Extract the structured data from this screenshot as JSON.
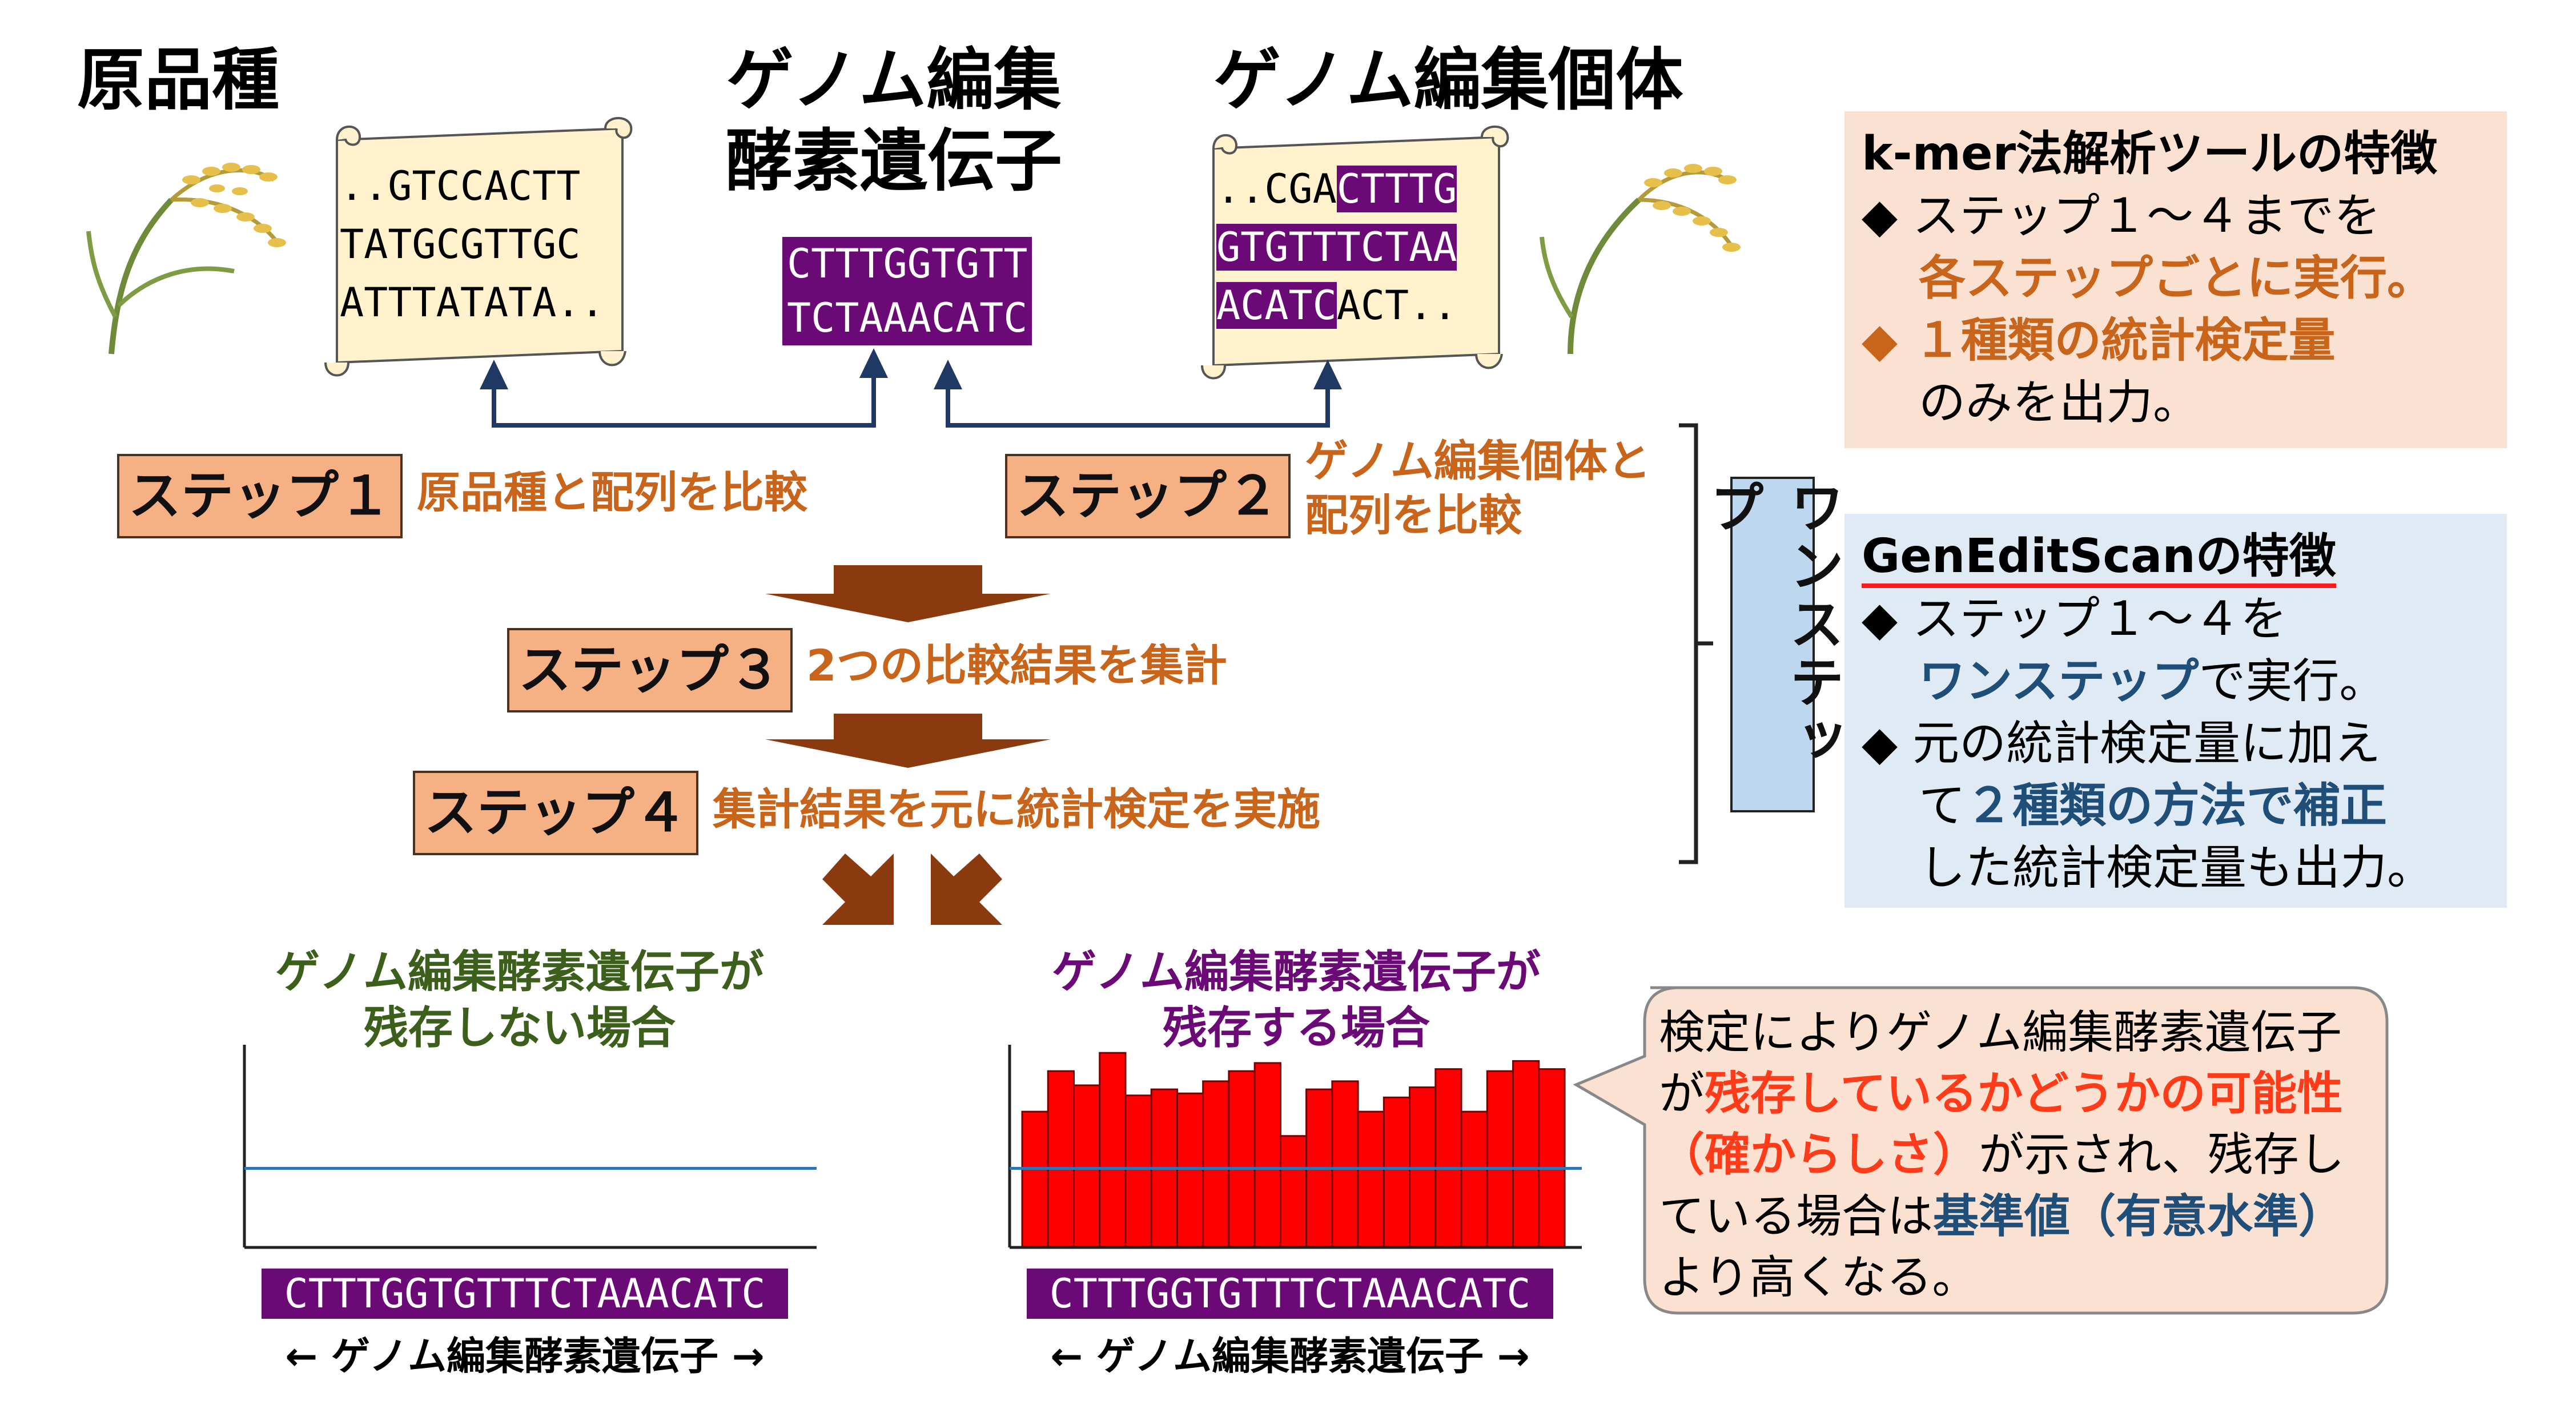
{
  "headings": {
    "original": "原品種",
    "enzyme_gene_line1": "ゲノム編集",
    "enzyme_gene_line2": "酵素遺伝子",
    "edited": "ゲノム編集個体"
  },
  "sequences": {
    "original_lines": [
      "..GTCCACTT",
      "TATGCGTTGC",
      "ATTTATATA.."
    ],
    "enzyme_lines": [
      "CTTTGGTGTT",
      "TCTAAACATC"
    ],
    "edited_line1_plain": "..CGA",
    "edited_line1_hl": "CTTTG",
    "edited_line2_hl": "GTGTTTCTAA",
    "edited_line3_hl": "ACATC",
    "edited_line3_plain": "ACT.."
  },
  "steps": [
    {
      "label": "ステップ１",
      "desc": "原品種と配列を比較"
    },
    {
      "label": "ステップ２",
      "desc_line1": "ゲノム編集個体と",
      "desc_line2": "配列を比較"
    },
    {
      "label": "ステップ３",
      "desc": "2つの比較結果を集計"
    },
    {
      "label": "ステップ４",
      "desc": "集計結果を元に統計検定を実施"
    }
  ],
  "one_step_label": "ワンステップ",
  "kmer_panel": {
    "title": "k-mer法解析ツールの特徴",
    "b1_plain": "◆ ステップ１～４までを",
    "b1_bold": "各ステップごとに実行。",
    "b2_bold": "◆ １種類の統計検定量",
    "b2_plain": "のみを出力。"
  },
  "genedit_panel": {
    "title": "GenEditScanの特徴",
    "b1_plain": "◆ ステップ１～４を",
    "b1_bold": "ワンステップ",
    "b1_tail": "で実行。",
    "b2_line1": "◆ 元の統計検定量に加え",
    "b2_pre": "て",
    "b2_bold": "２種類の方法で補正",
    "b2_line3": "した統計検定量も出力。"
  },
  "cases": {
    "absent_line1": "ゲノム編集酵素遺伝子が",
    "absent_line2": "残存しない場合",
    "present_line1": "ゲノム編集酵素遺伝子が",
    "present_line2": "残存する場合"
  },
  "gene_seq": "CTTTGGTGTTTCTAAACATC",
  "gene_axis_label": "← ゲノム編集酵素遺伝子 →",
  "callout": {
    "l1": "検定によりゲノム編集酵素遺伝子",
    "l2_pre": "が",
    "l2_red": "残存しているかどうかの可能性",
    "l3_red": "（確からしさ）",
    "l3_post": "が示され、残存し",
    "l4_pre": "ている場合は",
    "l4_blue": "基準値（有意水準）",
    "l5": "より高くなる。"
  },
  "chart_data": [
    {
      "type": "bar",
      "title": "ゲノム編集酵素遺伝子が残存しない場合",
      "xlabel": "ゲノム編集酵素遺伝子",
      "values": [],
      "threshold_line": "有意水準"
    },
    {
      "type": "bar",
      "title": "ゲノム編集酵素遺伝子が残存する場合",
      "xlabel": "ゲノム編集酵素遺伝子",
      "values": [
        0.67,
        0.87,
        0.8,
        0.96,
        0.75,
        0.78,
        0.76,
        0.82,
        0.87,
        0.91,
        0.55,
        0.78,
        0.82,
        0.67,
        0.74,
        0.79,
        0.88,
        0.67,
        0.87,
        0.92,
        0.88
      ],
      "threshold": 0.39,
      "ylim": [
        0,
        1
      ]
    }
  ],
  "colors": {
    "purple": "#6b0a77",
    "step_fill": "#f5b083",
    "arrow_brown": "#8b3a0f",
    "orange_text": "#c9641b",
    "blue_text": "#1f4e79",
    "red_text": "#ff3b19",
    "kmer_bg": "#fbe1d1",
    "genedit_bg": "#dfeaf5",
    "bar_red": "#ff0000",
    "threshold_blue": "#2e75b6"
  }
}
